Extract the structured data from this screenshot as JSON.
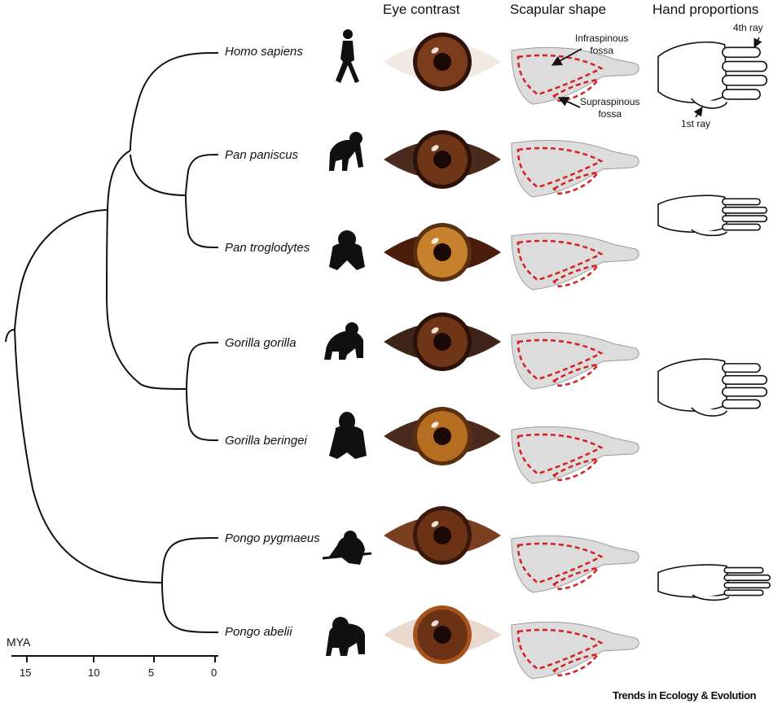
{
  "headers": {
    "eye": "Eye contrast",
    "scapula": "Scapular shape",
    "hand": "Hand proportions"
  },
  "species": [
    {
      "name": "Homo sapiens",
      "silhouette": "human-walking",
      "eye": {
        "sclera": "#f2e9e2",
        "iris": "#7a3c1a",
        "rim": "#2e130a"
      }
    },
    {
      "name": "Pan paniscus",
      "silhouette": "bonobo-quadruped",
      "eye": {
        "sclera": "#4a2a1c",
        "iris": "#6e3616",
        "rim": "#2a1209"
      }
    },
    {
      "name": "Pan troglodytes",
      "silhouette": "chimpanzee-sitting",
      "eye": {
        "sclera": "#4a1c0c",
        "iris": "#c7812c",
        "rim": "#5a3010"
      }
    },
    {
      "name": "Gorilla gorilla",
      "silhouette": "gorilla-quadruped",
      "eye": {
        "sclera": "#3e2418",
        "iris": "#6e3616",
        "rim": "#2a1209"
      }
    },
    {
      "name": "Gorilla beringei",
      "silhouette": "gorilla-sitting",
      "eye": {
        "sclera": "#4a2a1c",
        "iris": "#b56d22",
        "rim": "#5a3010"
      }
    },
    {
      "name": "Pongo pygmaeus",
      "silhouette": "orangutan-hanging",
      "eye": {
        "sclera": "#7a3f20",
        "iris": "#6b3216",
        "rim": "#3a180b"
      }
    },
    {
      "name": "Pongo abelii",
      "silhouette": "orangutan-standing",
      "eye": {
        "sclera": "#ead9cf",
        "iris": "#6b3216",
        "rim": "#a8521c"
      }
    }
  ],
  "annotations": {
    "infraspinous": [
      "Infraspinous",
      "fossa"
    ],
    "supraspinous": [
      "Supraspinous",
      "fossa"
    ],
    "fourth_ray": "4th ray",
    "first_ray": "1st ray"
  },
  "axis": {
    "label": "MYA",
    "ticks": [
      "15",
      "10",
      "5",
      "0"
    ]
  },
  "credit": "Trends in Ecology & Evolution",
  "colors": {
    "line": "#111111",
    "scapula_fill": "#dcdcdc",
    "fossa_outline": "#d42020"
  }
}
